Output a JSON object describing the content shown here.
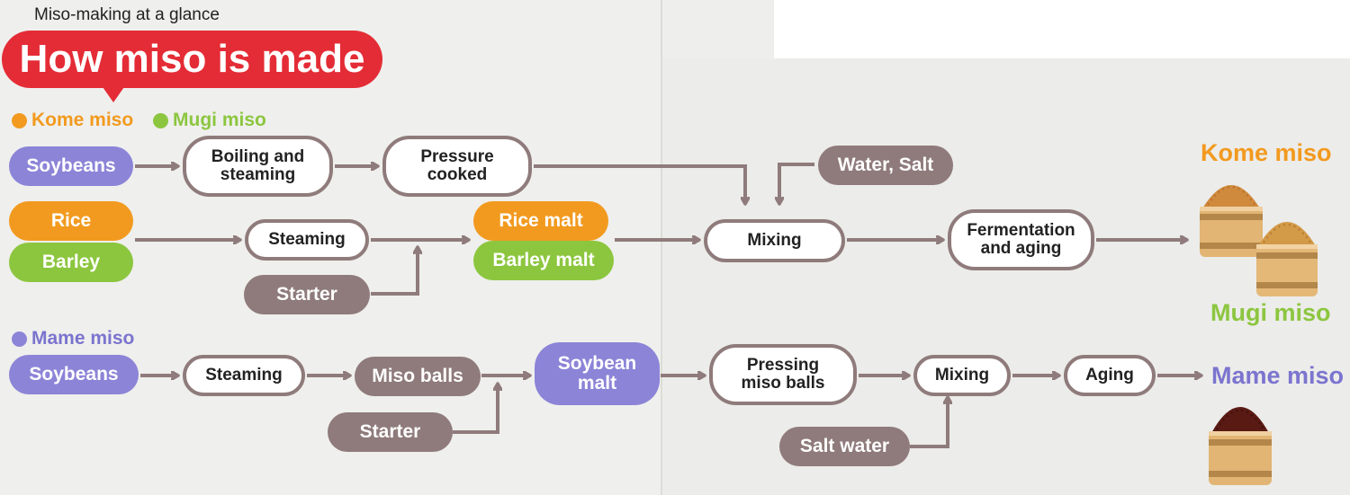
{
  "header": {
    "subtitle": "Miso-making at a glance",
    "title": "How miso is made"
  },
  "legend": {
    "kome": "Kome miso",
    "mugi": "Mugi miso",
    "mame": "Mame miso"
  },
  "flow_top": {
    "soybeans": "Soybeans",
    "boiling": "Boiling and\nsteaming",
    "pressure": "Pressure\ncooked",
    "water_salt": "Water, Salt",
    "rice": "Rice",
    "barley": "Barley",
    "steaming": "Steaming",
    "starter": "Starter",
    "rice_malt": "Rice malt",
    "barley_malt": "Barley malt",
    "mixing": "Mixing",
    "fermentation": "Fermentation\nand aging"
  },
  "flow_bottom": {
    "soybeans": "Soybeans",
    "steaming": "Steaming",
    "miso_balls": "Miso balls",
    "starter": "Starter",
    "soybean_malt": "Soybean\nmalt",
    "pressing": "Pressing\nmiso balls",
    "mixing": "Mixing",
    "salt_water": "Salt water",
    "aging": "Aging"
  },
  "results": {
    "kome": "Kome miso",
    "mugi": "Mugi miso",
    "mame": "Mame miso"
  },
  "colors": {
    "banner": "#e42c36",
    "kome": "#f29a1f",
    "mugi": "#8cc63f",
    "mame": "#8b84d7",
    "ingredient": "#8f7b7b"
  }
}
